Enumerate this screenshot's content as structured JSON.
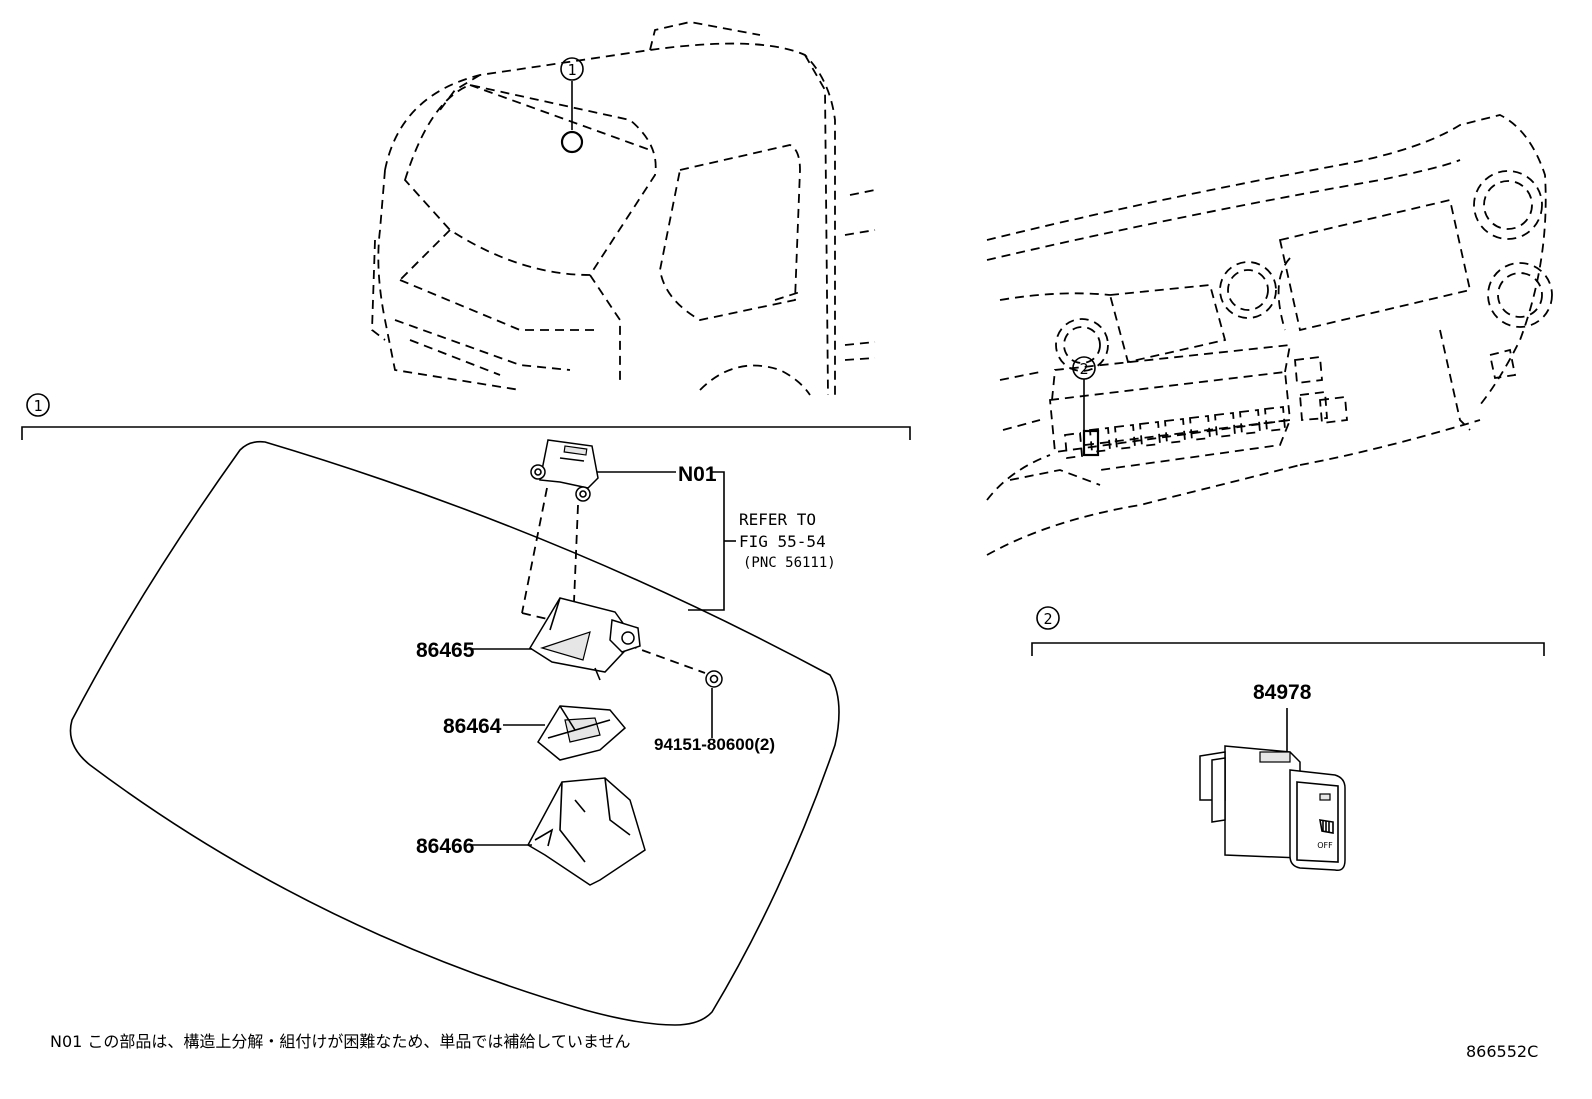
{
  "callouts": {
    "c1": "1",
    "c2": "2"
  },
  "parts": {
    "n01": "N01",
    "p86465": "86465",
    "p86464": "86464",
    "p86466": "86466",
    "p94151": "94151-80600(2)",
    "p84978": "84978"
  },
  "refer": {
    "line1": "REFER TO",
    "line2": "FIG 55-54",
    "line3": "(PNC 56111)"
  },
  "switch_label": "OFF",
  "footnote": "N01 この部品は、構造上分解・組付けが困難なため、単品では補給していません",
  "figure_id": "866552C"
}
